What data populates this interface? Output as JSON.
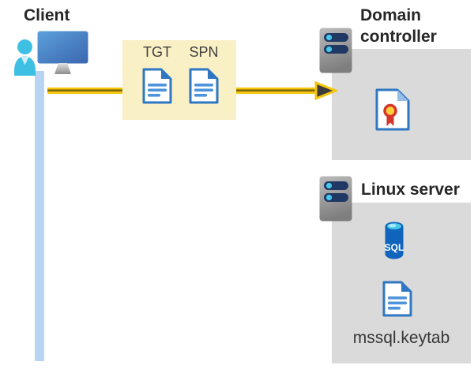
{
  "client": {
    "label": "Client"
  },
  "tickets": {
    "tgt_label": "TGT",
    "spn_label": "SPN"
  },
  "domain_controller": {
    "label": "Domain controller"
  },
  "linux_server": {
    "label": "Linux server",
    "sql_label": "SQL",
    "keytab_label": "mssql.keytab"
  },
  "icons": {
    "client": "client-computer-user-icon",
    "ticket_documents": "document-icon",
    "domain_controller": "server-icon",
    "certificate": "certificate-icon",
    "linux_server": "server-icon",
    "database": "sql-database-icon",
    "keytab_file": "document-icon",
    "arrow": "arrow-right-icon"
  },
  "colors": {
    "ticket_box_bg": "#FAF0C5",
    "server_box_bg": "#DADADA",
    "arrow_gold": "#F5C60A",
    "arrow_core": "#786410",
    "arrowhead_fill": "#3C3C3C",
    "lifeline_blue": "#B9D4F2",
    "document_blue": "#2F77C2",
    "server_bar_navy": "#203864",
    "server_dot_cyan": "#45C8EA",
    "sql_body_blue": "#1064BC",
    "sql_top_cyan": "#47C8E8",
    "seal_yellow": "#FFD23B",
    "seal_red": "#D5352B",
    "title_text": "#262626"
  }
}
